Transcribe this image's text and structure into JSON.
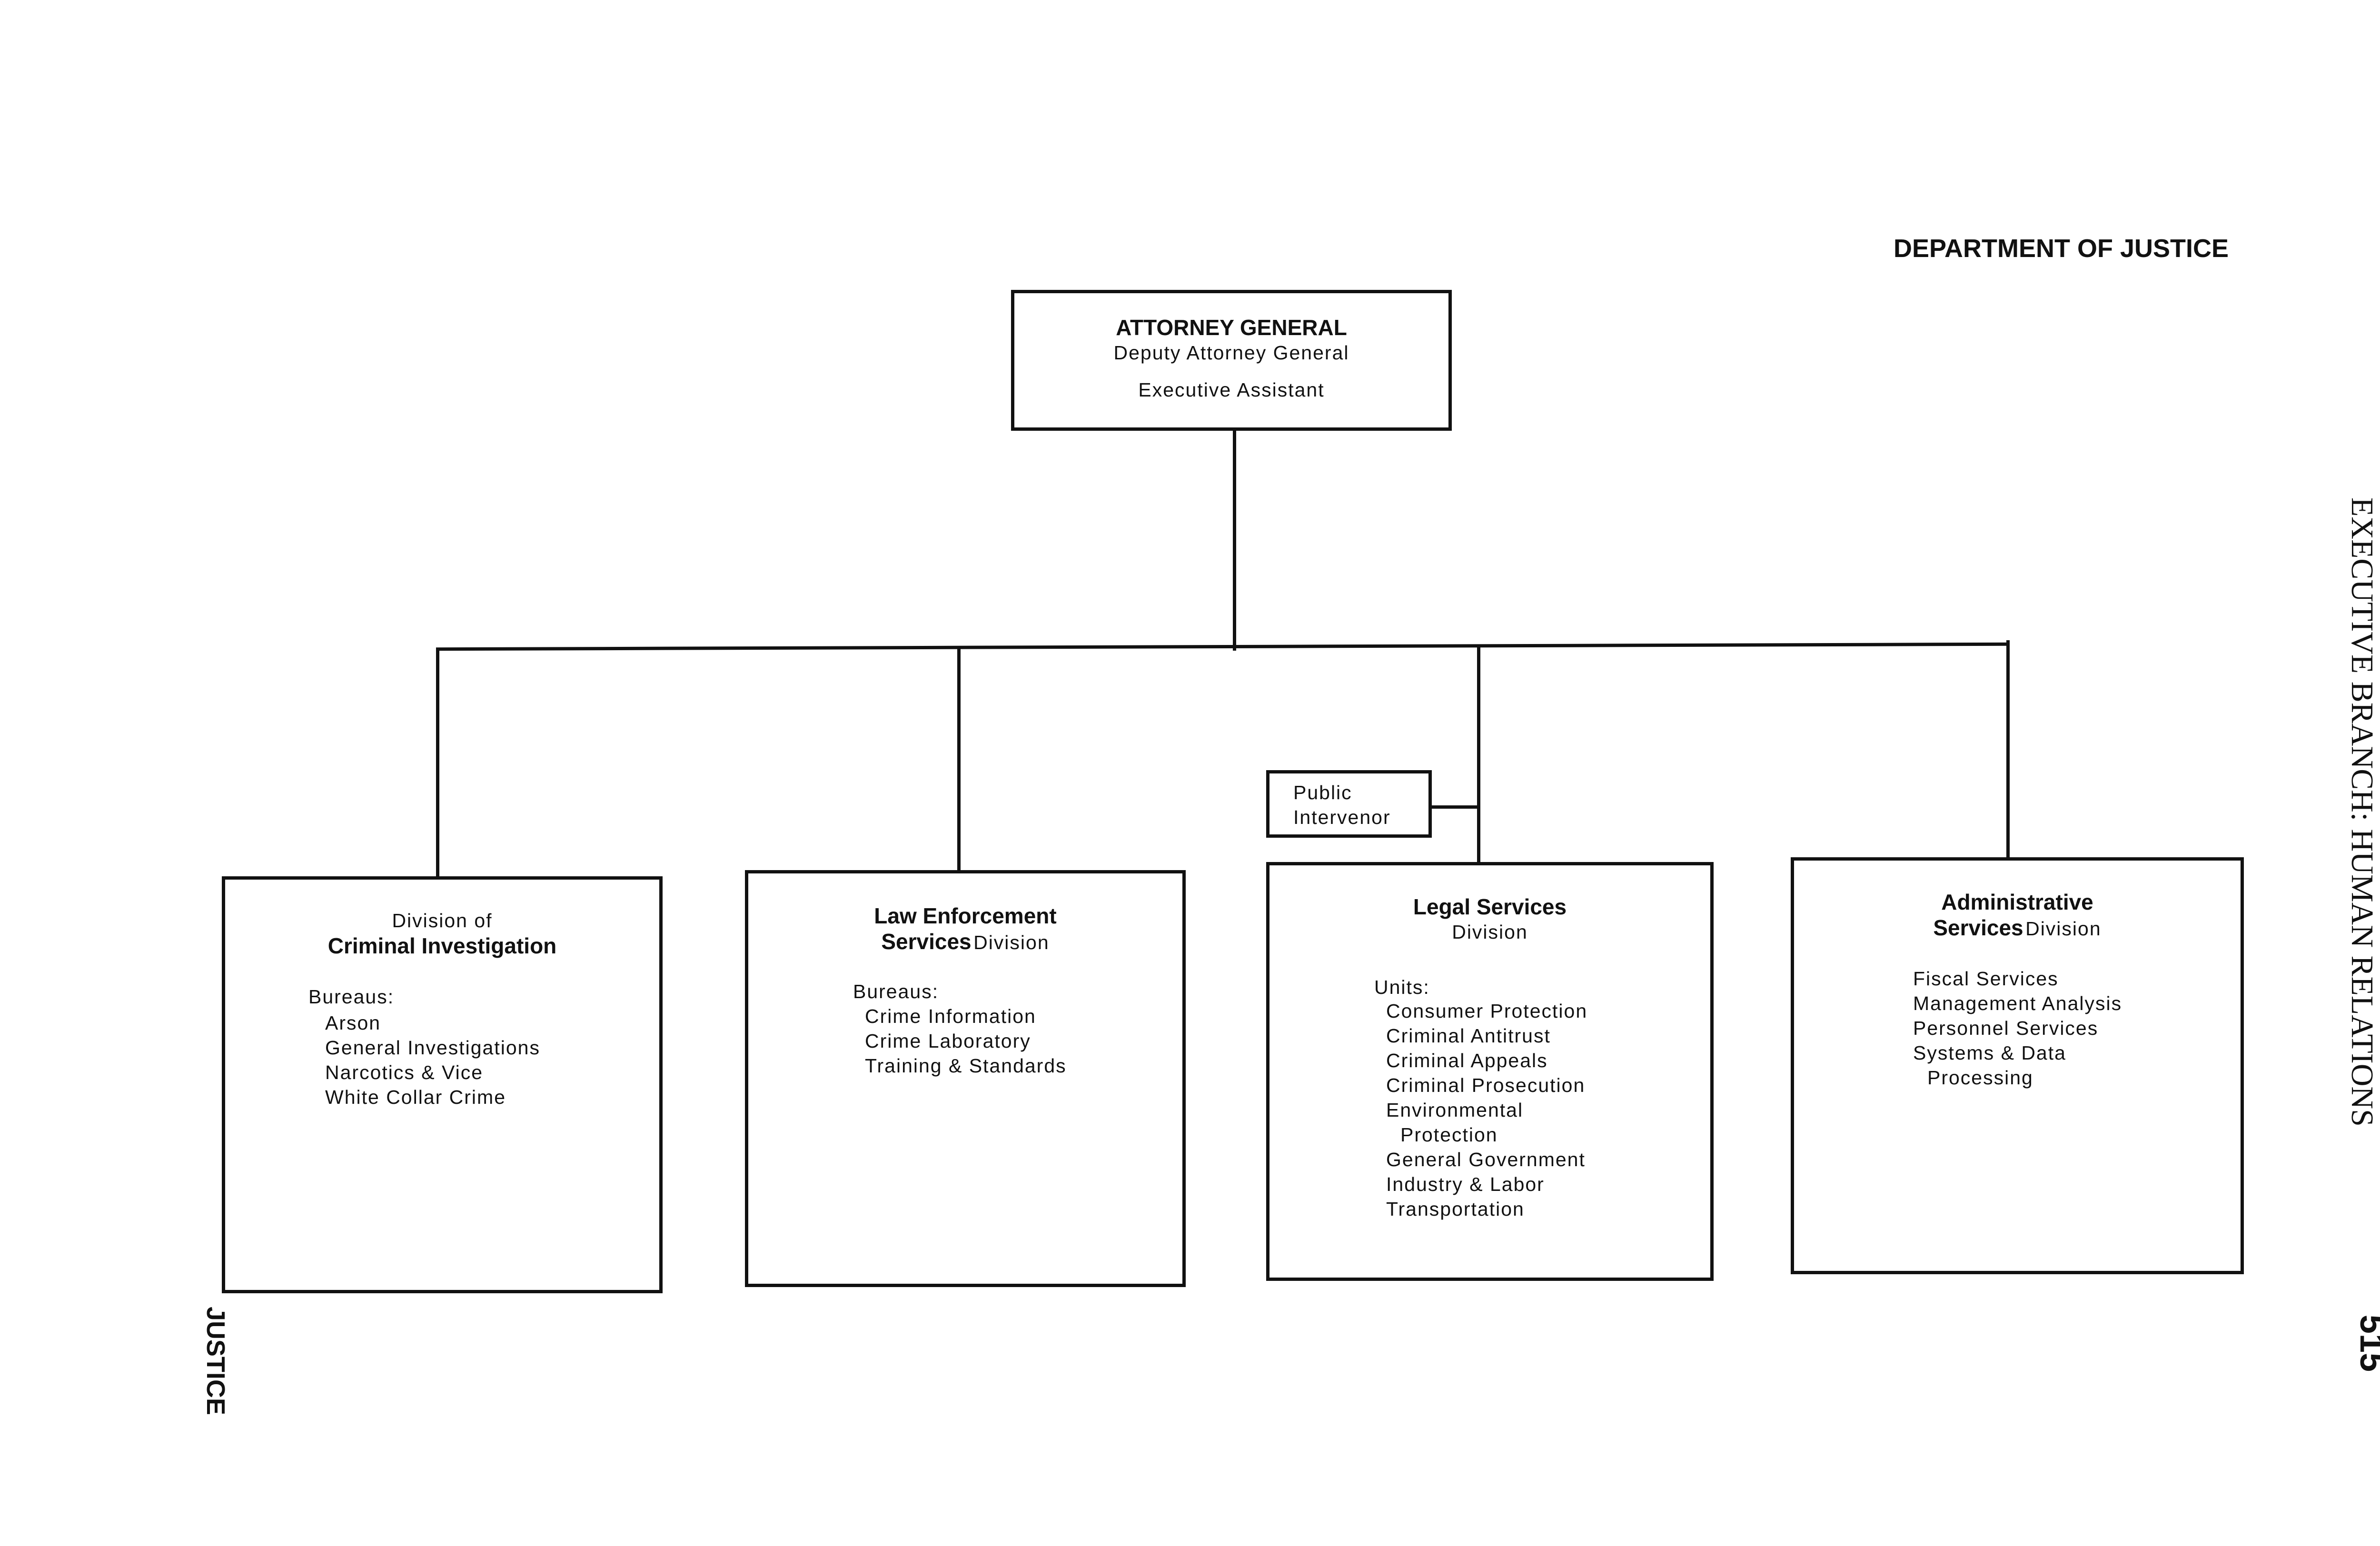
{
  "header": {
    "department": "DEPARTMENT OF JUSTICE"
  },
  "side": {
    "section": "JUSTICE",
    "running_head": "EXECUTIVE BRANCH: HUMAN RELATIONS",
    "page_number": "515"
  },
  "top": {
    "title": "ATTORNEY GENERAL",
    "lines": [
      "Deputy Attorney General",
      "Executive Assistant"
    ]
  },
  "public_intervenor": [
    "Public",
    "Intervenor"
  ],
  "divisions": [
    {
      "title_pre": "Division of",
      "title": "Criminal Investigation",
      "list_label": "Bureaus:",
      "items": [
        "Arson",
        "General Investigations",
        "Narcotics & Vice",
        "White Collar Crime"
      ]
    },
    {
      "title": "Law Enforcement",
      "title2": "Services",
      "title2_rest": "Division",
      "list_label": "Bureaus:",
      "items": [
        "Crime Information",
        "Crime Laboratory",
        "Training & Standards"
      ]
    },
    {
      "title": "Legal Services",
      "title_post": "Division",
      "list_label": "Units:",
      "items": [
        "Consumer Protection",
        "Criminal Antitrust",
        "Criminal Appeals",
        "Criminal Prosecution",
        "Environmental",
        "Protection",
        "General Government",
        "Industry & Labor",
        "Transportation"
      ]
    },
    {
      "title": "Administrative",
      "title2": "Services",
      "title2_rest": "Division",
      "items": [
        "Fiscal Services",
        "Management Analysis",
        "Personnel Services",
        "Systems & Data",
        "Processing"
      ]
    }
  ]
}
